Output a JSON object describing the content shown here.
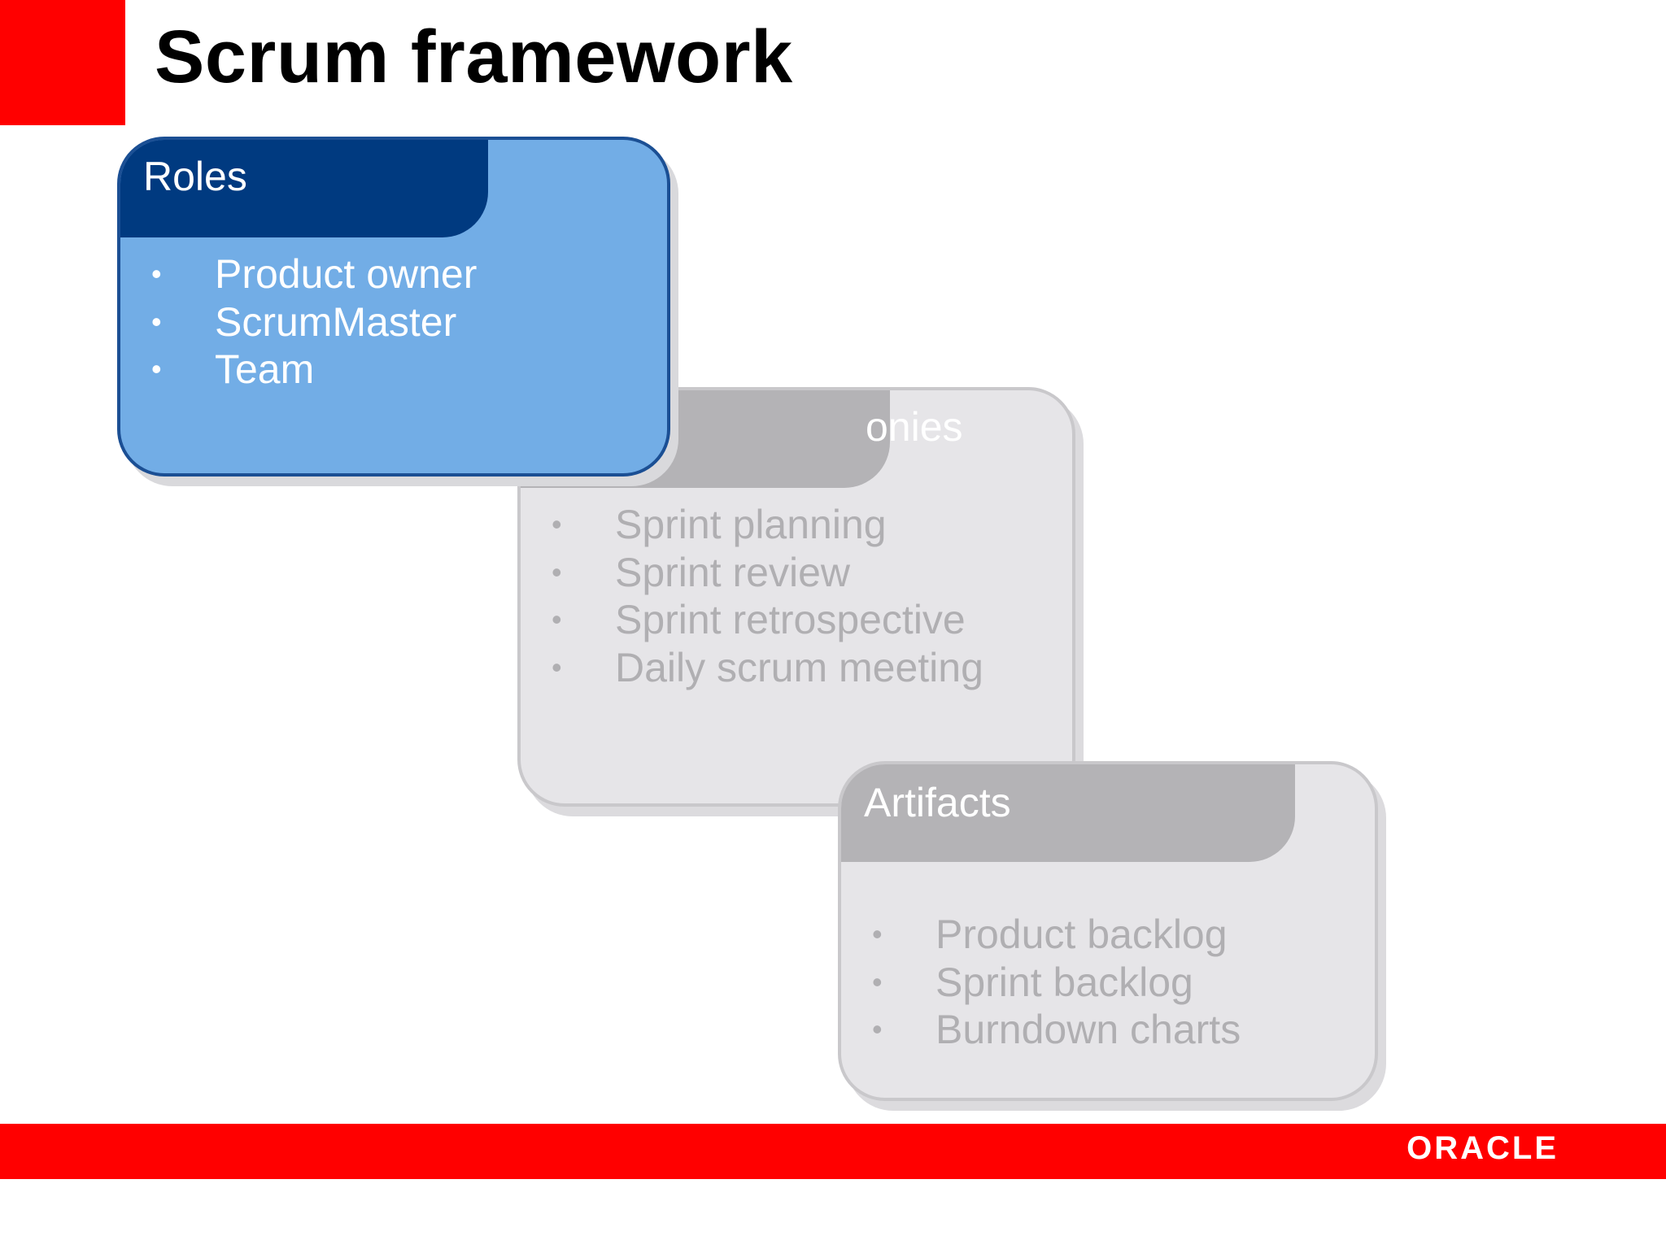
{
  "slide": {
    "title": "Scrum framework"
  },
  "cards": {
    "roles": {
      "header": "Roles",
      "items": [
        "Product owner",
        "ScrumMaster",
        "Team"
      ]
    },
    "ceremonies": {
      "header_visible": "onies",
      "items": [
        "Sprint planning",
        "Sprint review",
        "Sprint retrospective",
        "Daily scrum meeting"
      ]
    },
    "artifacts": {
      "header": "Artifacts",
      "items": [
        "Product backlog",
        "Sprint backlog",
        "Burndown charts"
      ]
    }
  },
  "footer": {
    "logo_text": "ORACLE"
  },
  "colors": {
    "accent_red": "#ff0000",
    "roles_header": "#003a80",
    "roles_body": "#72ade6",
    "inactive_header": "#b4b3b6",
    "inactive_body": "#e6e5e8"
  },
  "bullet_glyph": "•"
}
